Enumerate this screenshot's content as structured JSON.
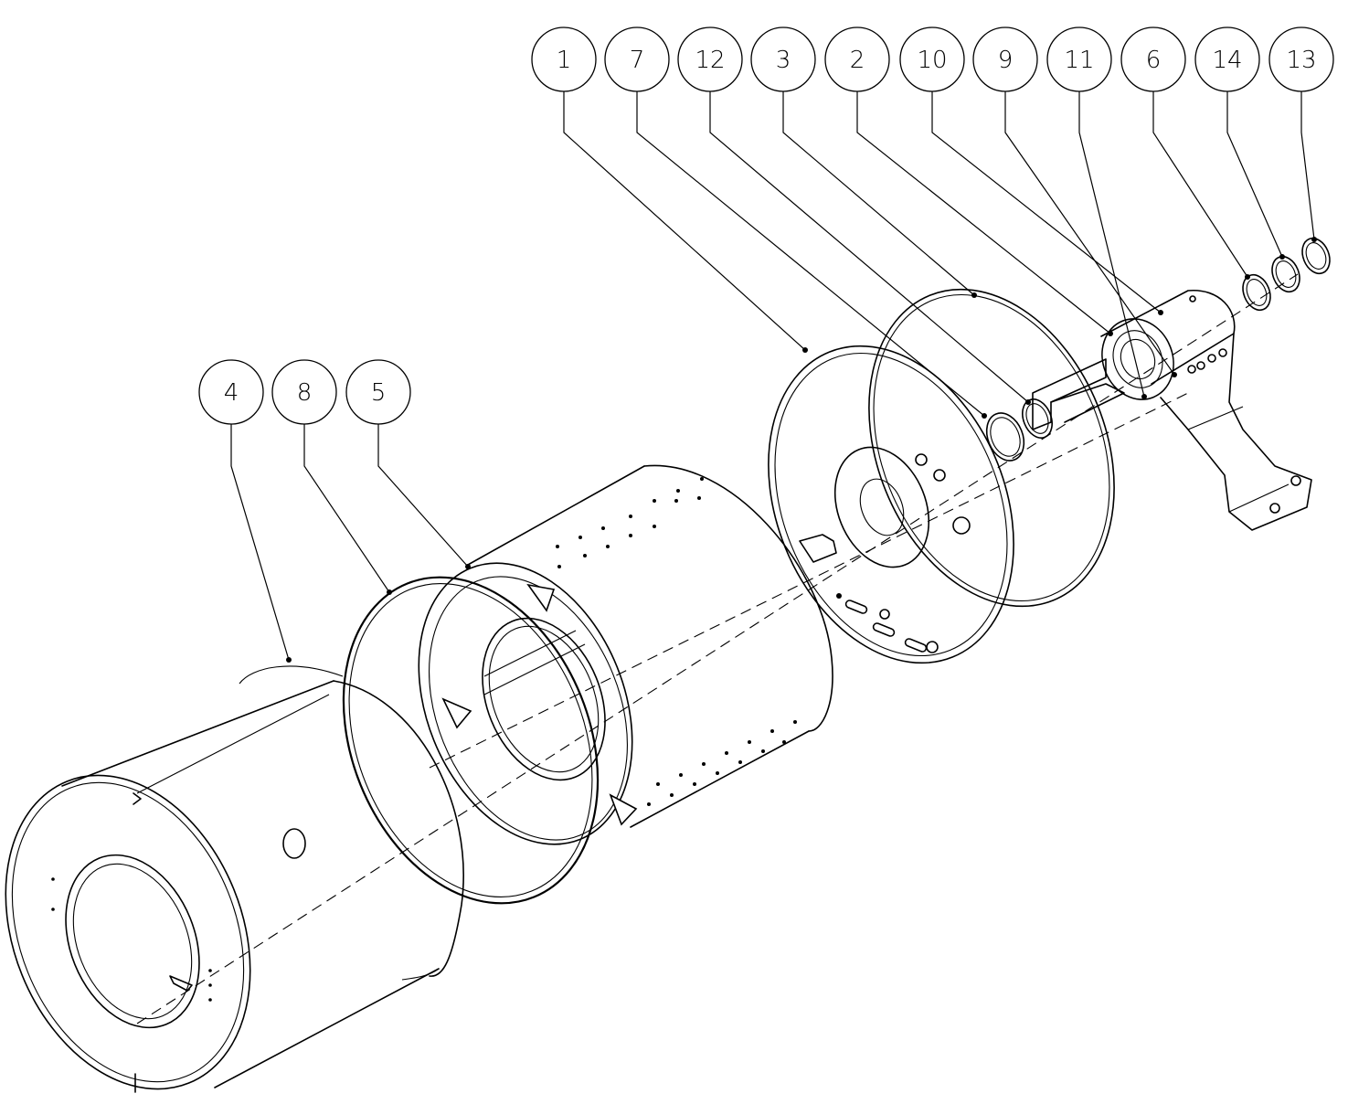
{
  "balloons": [
    {
      "id": "1",
      "label": "1"
    },
    {
      "id": "7",
      "label": "7"
    },
    {
      "id": "12",
      "label": "12"
    },
    {
      "id": "3",
      "label": "3"
    },
    {
      "id": "2",
      "label": "2"
    },
    {
      "id": "10",
      "label": "10"
    },
    {
      "id": "9",
      "label": "9"
    },
    {
      "id": "11",
      "label": "11"
    },
    {
      "id": "6",
      "label": "6"
    },
    {
      "id": "14",
      "label": "14"
    },
    {
      "id": "13",
      "label": "13"
    },
    {
      "id": "4",
      "label": "4"
    },
    {
      "id": "8",
      "label": "8"
    },
    {
      "id": "5",
      "label": "5"
    }
  ],
  "colors": {
    "line": "#000000",
    "background": "#ffffff"
  }
}
